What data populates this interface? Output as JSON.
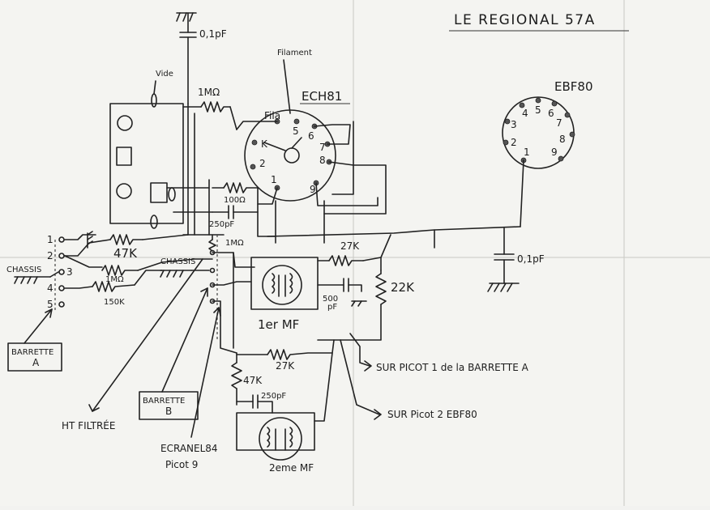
{
  "title": "LE REGIONAL 57A",
  "tubes": {
    "ech81": {
      "name": "ECH81",
      "pins": [
        "1",
        "2",
        "K",
        "Fila",
        "5",
        "6",
        "7",
        "8",
        "9"
      ]
    },
    "ebf80": {
      "name": "EBF80",
      "pins": [
        "1",
        "2",
        "3",
        "4",
        "5",
        "6",
        "7",
        "8",
        "9"
      ]
    }
  },
  "components": {
    "cap_top": "0,1pF",
    "res_1m_top": "1MΩ",
    "res_100": "100Ω",
    "cap_250": "250pF",
    "res_1m_mid": "1MΩ",
    "res_47k_left": "47K",
    "res_1m_left": "1MΩ",
    "res_150k": "150K",
    "res_27k_upper": "27K",
    "res_22k": "22K",
    "cap_500": "500",
    "cap_500_unit": "pF",
    "cap_ebf": "0,1pF",
    "res_47k_lower": "47K",
    "res_27k_lower": "27K",
    "cap_250_lower": "250pF"
  },
  "labels": {
    "vide": "Vide",
    "filament": "Filament",
    "chassis_left": "CHASSIS",
    "chassis_mid": "CHASSIS",
    "mf1": "1er MF",
    "mf2": "2eme MF",
    "strip_pins": [
      "1",
      "2",
      "3",
      "4",
      "5"
    ],
    "barrette_a_line1": "BARRETTE",
    "barrette_a_line2": "A",
    "barrette_b_line1": "BARRETTE",
    "barrette_b_line2": "B",
    "ht_filtree": "HT FILTRÉE",
    "ecran_line1": "ECRANEL84",
    "ecran_line2": "Picot 9",
    "sur_picot1": "SUR PICOT 1 de la BARRETTE A",
    "sur_picot2": "SUR Picot 2 EBF80"
  }
}
